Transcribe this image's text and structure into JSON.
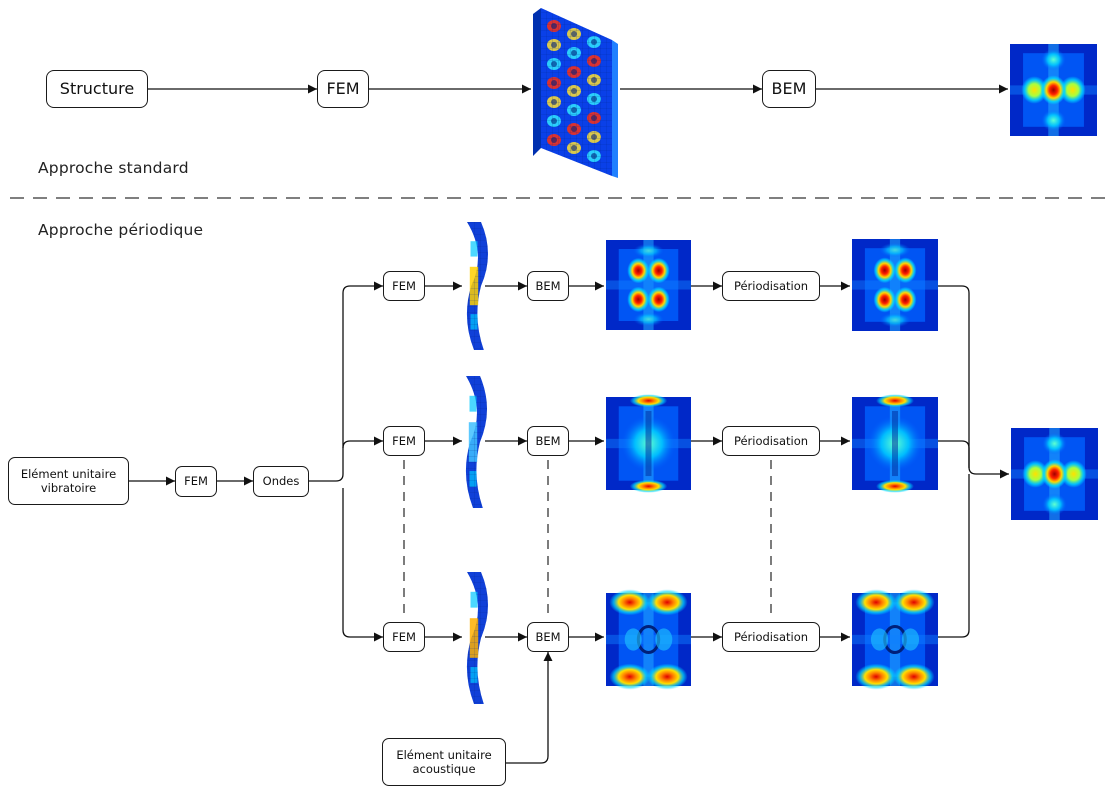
{
  "diagram": {
    "standard": {
      "section_label": "Approche standard",
      "nodes": {
        "structure": "Structure",
        "fem": "FEM",
        "bem": "BEM"
      }
    },
    "periodic": {
      "section_label": "Approche périodique",
      "nodes": {
        "unit_vibratory": "Elément unitaire\nvibratoire",
        "fem_main": "FEM",
        "waves": "Ondes",
        "unit_acoustic": "Elément unitaire\nacoustique"
      },
      "rows": [
        {
          "fem": "FEM",
          "bem": "BEM",
          "periodisation": "Périodisation"
        },
        {
          "fem": "FEM",
          "bem": "BEM",
          "periodisation": "Périodisation"
        },
        {
          "fem": "FEM",
          "bem": "BEM",
          "periodisation": "Périodisation"
        }
      ]
    }
  },
  "colors": {
    "line": "#111111",
    "dash_separator": "#555555",
    "jet_dark": "#00008f",
    "jet_blue": "#0050ff",
    "jet_cyan": "#00e0ff",
    "jet_yellow": "#ffe000",
    "jet_red": "#c00000"
  },
  "icons": {
    "mesh_panel": "deformed-mesh-panel",
    "field_map": "acoustic-pressure-field-map"
  }
}
